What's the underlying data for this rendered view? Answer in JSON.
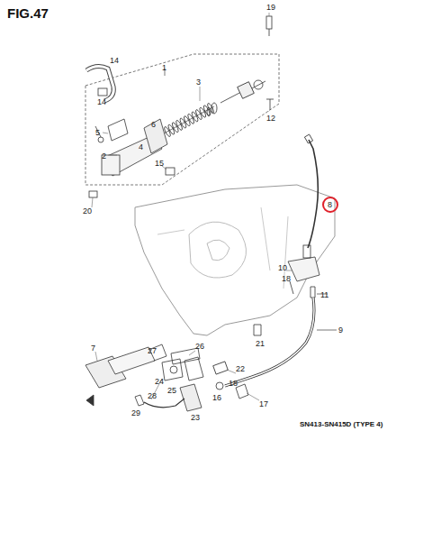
{
  "diagram": {
    "title": "FIG.47",
    "caption": "SN413-SN415D (TYPE 4)",
    "labels": [
      "19",
      "14",
      "1",
      "3",
      "14",
      "5",
      "6",
      "4",
      "2",
      "15",
      "12",
      "20",
      "8",
      "10",
      "18",
      "11",
      "9",
      "21",
      "7",
      "26",
      "27",
      "24",
      "25",
      "22",
      "28",
      "16",
      "23",
      "17",
      "29",
      "18"
    ]
  }
}
